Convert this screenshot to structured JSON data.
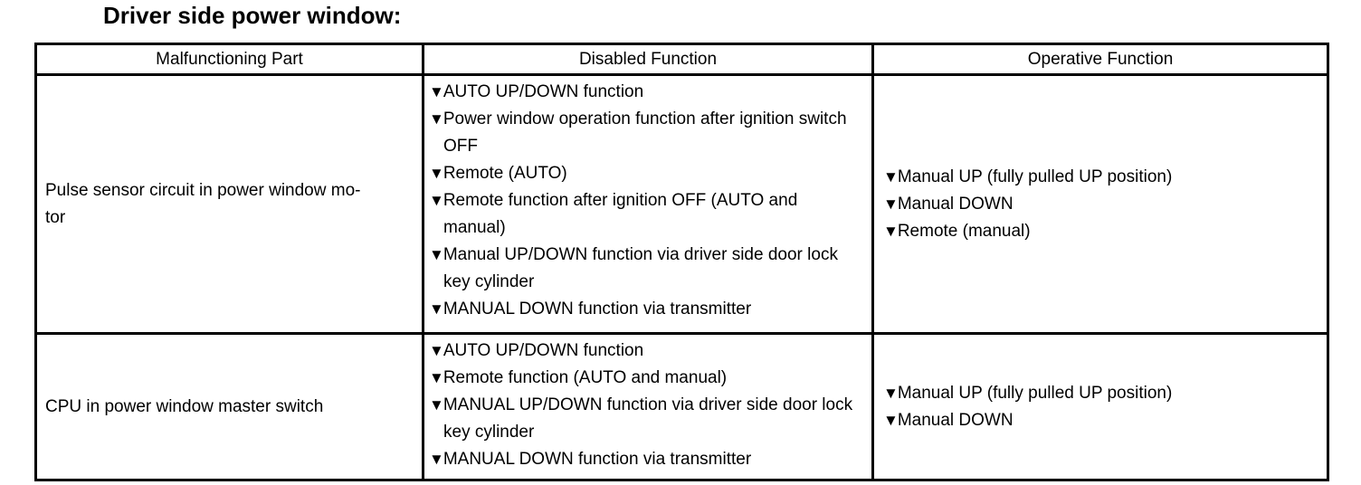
{
  "page": {
    "title": "Driver side power window:"
  },
  "icons": {
    "bullet": "▼"
  },
  "colors": {
    "text": "#000000",
    "border": "#000000",
    "background": "#ffffff"
  },
  "table": {
    "headers": [
      "Malfunctioning Part",
      "Disabled Function",
      "Operative Function"
    ],
    "rows": [
      {
        "part_lines": [
          "Pulse sensor circuit in power window mo-",
          "tor"
        ],
        "disabled": [
          "AUTO UP/DOWN function",
          "Power window operation function after ignition switch OFF",
          "Remote (AUTO)",
          "Remote function after ignition OFF (AUTO and manual)",
          "Manual UP/DOWN function via driver side door lock key cylinder",
          "MANUAL DOWN function via transmitter"
        ],
        "operative": [
          "Manual UP (fully pulled UP position)",
          "Manual DOWN",
          "Remote (manual)"
        ]
      },
      {
        "part_lines": [
          "CPU in power window master switch"
        ],
        "disabled": [
          "AUTO UP/DOWN function",
          "Remote function (AUTO and manual)",
          "MANUAL UP/DOWN function via driver side door lock key cylinder",
          "MANUAL DOWN function via transmitter"
        ],
        "operative": [
          "Manual UP (fully pulled UP position)",
          "Manual DOWN"
        ]
      }
    ]
  }
}
